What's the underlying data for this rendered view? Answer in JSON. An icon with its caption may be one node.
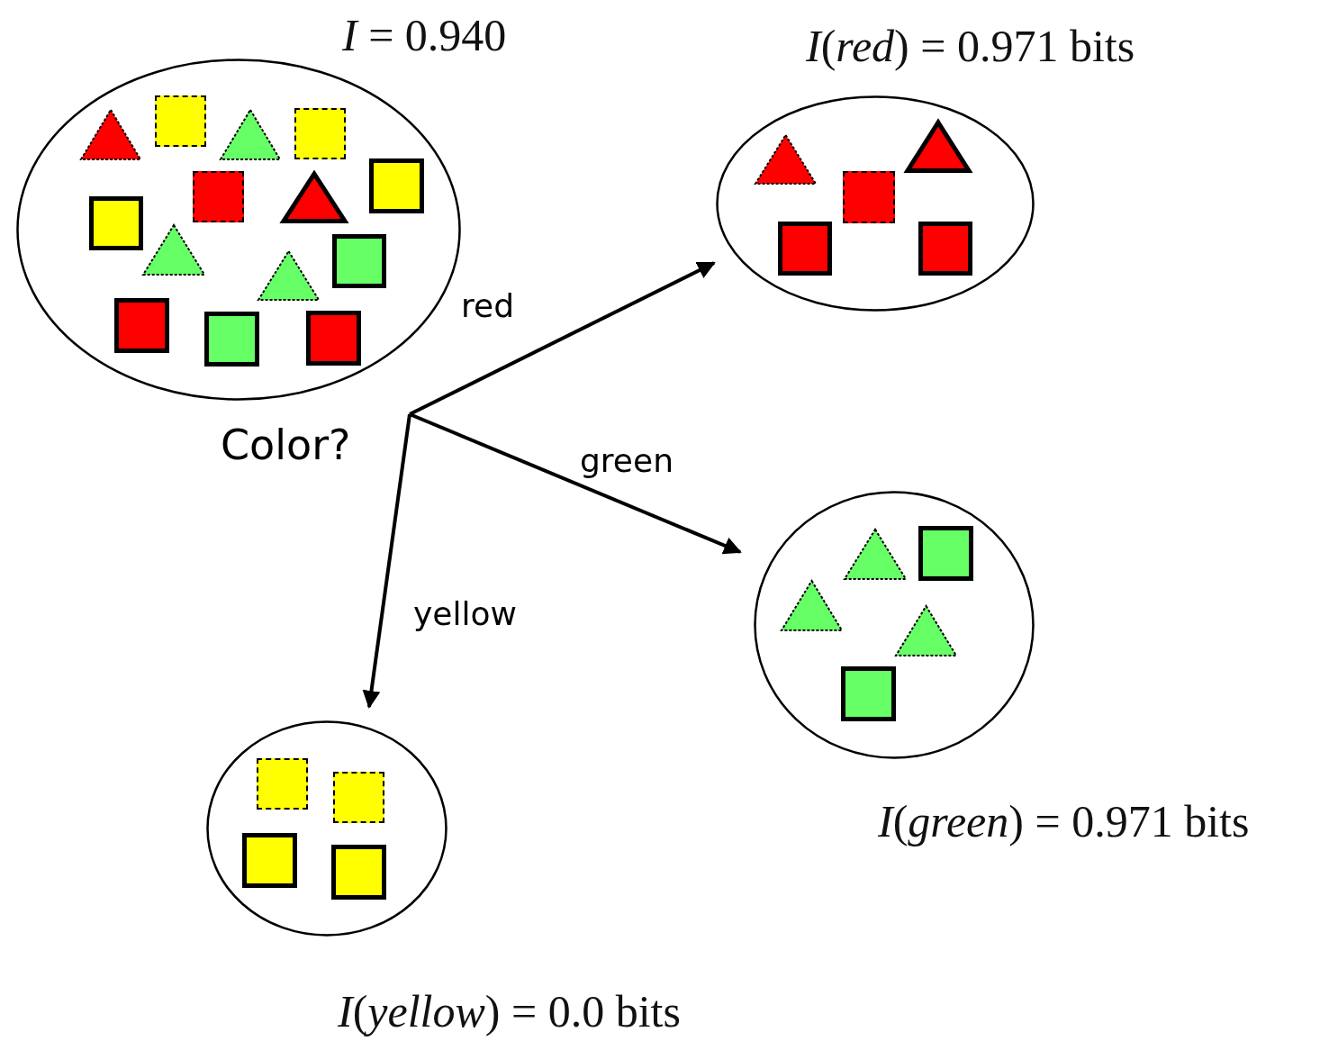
{
  "diagram": {
    "nodes": [
      {
        "text": [
          "*I* = 0.940"
        ]
      },
      {
        "text": [],
        "shape": "triangle",
        "in": 0
      },
      {
        "text": [],
        "shape": "box",
        "in": 0
      },
      {
        "text": [],
        "shape": "triangle",
        "in": 0
      },
      {
        "text": [],
        "shape": "box",
        "in": 0
      },
      {
        "text": [],
        "shape": "box",
        "in": 0
      },
      {
        "text": [],
        "shape": "triangle",
        "in": 0
      },
      {
        "text": [],
        "shape": "box",
        "in": 0
      },
      {
        "text": [],
        "shape": "box",
        "in": 0
      },
      {
        "text": [],
        "shape": "triangle",
        "in": 0
      },
      {
        "text": [],
        "shape": "box",
        "in": 0
      },
      {
        "text": [],
        "shape": "triangle",
        "in": 0
      },
      {
        "text": [],
        "shape": "box",
        "in": 0
      },
      {
        "text": [],
        "shape": "box",
        "in": 0
      },
      {
        "text": [],
        "shape": "box",
        "in": 0
      },
      {
        "text": [
          "*I*(*red*) = 0.971 bits"
        ]
      },
      {
        "text": [],
        "shape": "triangle",
        "in": 15
      },
      {
        "text": [],
        "shape": "triangle",
        "in": 15
      },
      {
        "text": [],
        "shape": "box",
        "in": 15
      },
      {
        "text": [],
        "shape": "box",
        "in": 15
      },
      {
        "text": [],
        "shape": "box",
        "in": 15
      },
      {
        "text": [
          "Color?"
        ]
      },
      {
        "text": [
          "*I*(*green*) = 0.971 bits"
        ]
      },
      {
        "text": [],
        "shape": "triangle",
        "in": 22
      },
      {
        "text": [],
        "shape": "box",
        "in": 22
      },
      {
        "text": [],
        "shape": "triangle",
        "in": 22
      },
      {
        "text": [],
        "shape": "triangle",
        "in": 22
      },
      {
        "text": [],
        "shape": "box",
        "in": 22
      },
      {
        "text": [
          "*I*(*yellow*) = 0.0 bits"
        ]
      },
      {
        "text": [],
        "shape": "box",
        "in": 28
      },
      {
        "text": [],
        "shape": "box",
        "in": 28
      },
      {
        "text": [],
        "shape": "box",
        "in": 28
      },
      {
        "text": [],
        "shape": "box",
        "in": 28
      }
    ],
    "edges": [
      {
        "from": 21,
        "to": 15,
        "arrow": "to",
        "label": "red"
      },
      {
        "from": 21,
        "to": 22,
        "arrow": "to",
        "label": "green"
      },
      {
        "from": 21,
        "to": 28,
        "arrow": "to",
        "label": "yellow"
      }
    ]
  }
}
